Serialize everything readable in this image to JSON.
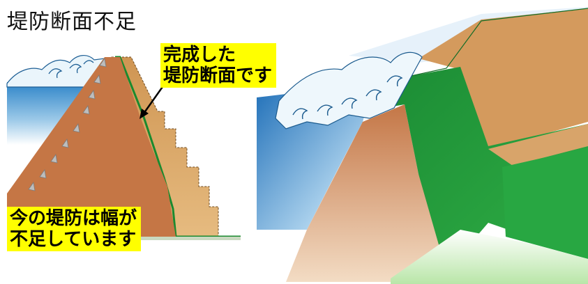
{
  "title": "堤防断面不足",
  "labels": {
    "completed": [
      "完成した",
      "堤防断面です"
    ],
    "current": [
      "今の堤防は幅が",
      "不足しています"
    ]
  },
  "colors": {
    "levee_brown": "#c57645",
    "levee_tan": "#dca865",
    "grass_green": "#1f9a36",
    "water_blue": "#2b7fc4",
    "label_yellow": "#ffff00"
  }
}
